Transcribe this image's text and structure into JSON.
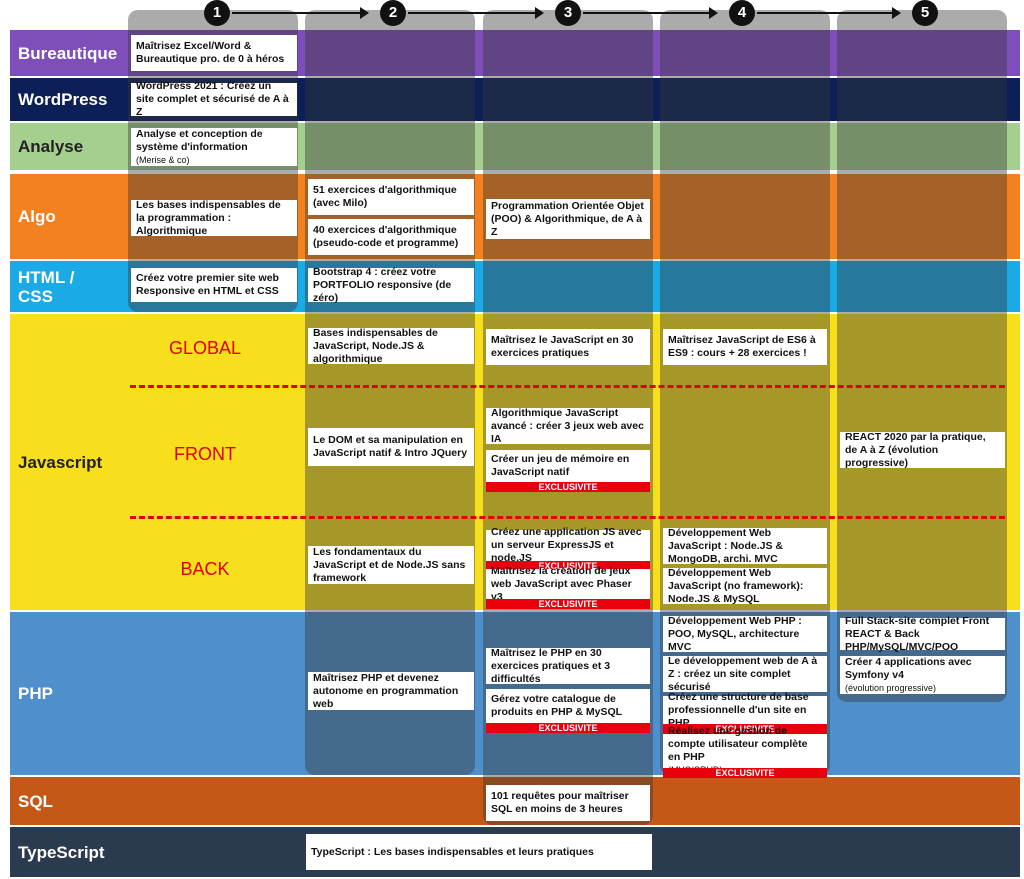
{
  "colors": {
    "bureautique": "#7e4fba",
    "wordpress": "#0c1f57",
    "analyse": "#a4cf8e",
    "algo": "#f3811f",
    "html_css": "#1aaae5",
    "javascript": "#f7df1e",
    "php": "#4f8fcb",
    "sql": "#c45817",
    "typescript": "#2a3a4f",
    "exclusive": "#e8000d"
  },
  "steps": [
    "1",
    "2",
    "3",
    "4",
    "5"
  ],
  "rows": {
    "bureautique": "Bureautique",
    "wordpress": "WordPress",
    "analyse": "Analyse",
    "algo": "Algo",
    "html_css": "HTML / CSS",
    "javascript": "Javascript",
    "php": "PHP",
    "sql": "SQL",
    "typescript": "TypeScript"
  },
  "js_sections": {
    "global": "GLOBAL",
    "front": "FRONT",
    "back": "BACK"
  },
  "exclusive_label": "EXCLUSIVITE",
  "courses": {
    "bureautique_1": "Maîtrisez Excel/Word & Bureautique pro. de 0 à héros",
    "wordpress_1": "WordPress 2021 : Créez un site complet et sécurisé de A à Z",
    "analyse_1": "Analyse et conception de système d'information",
    "analyse_1_note": "(Merise & co)",
    "algo_1": "Les bases indispensables de la programmation : Algorithmique",
    "algo_2a": "51 exercices d'algorithmique (avec Milo)",
    "algo_2b": "40 exercices d'algorithmique (pseudo-code et programme)",
    "algo_3": "Programmation Orientée Objet (POO) & Algorithmique, de A à Z",
    "html_1": "Créez votre premier site web Responsive en HTML et CSS",
    "html_2": "Bootstrap 4 : créez votre PORTFOLIO responsive (de zéro)",
    "js_global_2": "Bases indispensables de JavaScript, Node.JS & algorithmique",
    "js_global_3": "Maîtrisez le JavaScript en 30 exercices pratiques",
    "js_global_4": "Maîtrisez JavaScript de ES6 à ES9 : cours + 28 exercices !",
    "js_front_2": "Le DOM et sa manipulation en JavaScript natif & Intro JQuery",
    "js_front_3a": "Algorithmique JavaScript avancé : créer 3 jeux web avec IA",
    "js_front_3b": "Créer un jeu de mémoire en JavaScript natif",
    "js_front_5": "REACT 2020 par la pratique, de A à Z (évolution progressive)",
    "js_back_2": "Les fondamentaux du JavaScript et de Node.JS sans framework",
    "js_back_3a": "Créez une application JS avec un serveur ExpressJS et node.JS",
    "js_back_3b": "Maîtrisez la création de jeux web JavaScript avec Phaser v3",
    "js_back_4a": "Développement Web JavaScript : Node.JS & MongoDB, archi. MVC",
    "js_back_4b": "Développement Web JavaScript (no framework): Node.JS & MySQL",
    "php_2": "Maîtrisez PHP et devenez autonome en programmation web",
    "php_3a": "Maîtrisez le PHP en 30 exercices pratiques et 3 difficultés",
    "php_3b": "Gérez votre catalogue de produits en PHP & MySQL",
    "php_4a": "Développement Web PHP : POO, MySQL, architecture MVC",
    "php_4b": "Le développement web de A à Z : créez un site complet sécurisé",
    "php_4c": "Créez une structure de base professionnelle d'un site en PHP",
    "php_4d": "Réalisez une gestion de compte utilisateur complète en PHP",
    "php_4d_note": "(MVC/CRUD)",
    "php_5a": "Full Stack-site complet Front REACT & Back PHP/MySQL/MVC/POO",
    "php_5b": "Créer 4 applications avec Symfony v4",
    "php_5b_note": "(évolution progressive)",
    "sql_3": "101 requêtes pour maîtriser SQL en moins de 3 heures",
    "typescript_2": "TypeScript : Les bases indispensables et leurs pratiques"
  }
}
